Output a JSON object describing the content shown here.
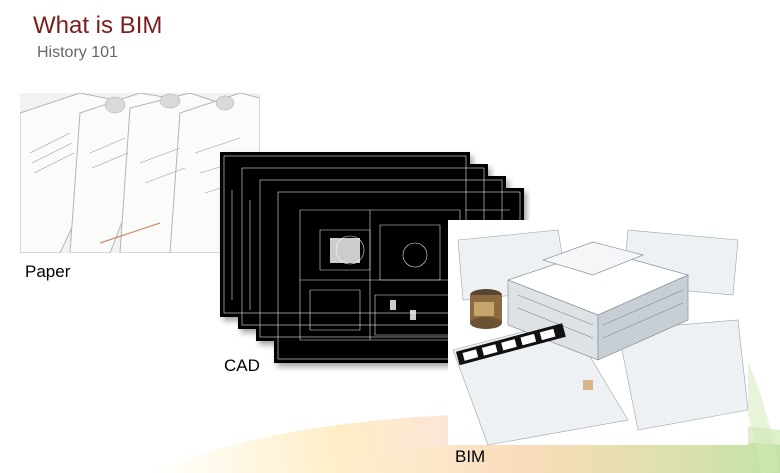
{
  "slide": {
    "title": "What is BIM",
    "subtitle": "History 101",
    "captions": {
      "paper": "Paper",
      "cad": "CAD",
      "bim": "BIM"
    }
  },
  "colors": {
    "title": "#7a1c1c",
    "subtitle": "#666666",
    "cad_sheet": "#000000",
    "cad_lines": "#ffffff"
  }
}
